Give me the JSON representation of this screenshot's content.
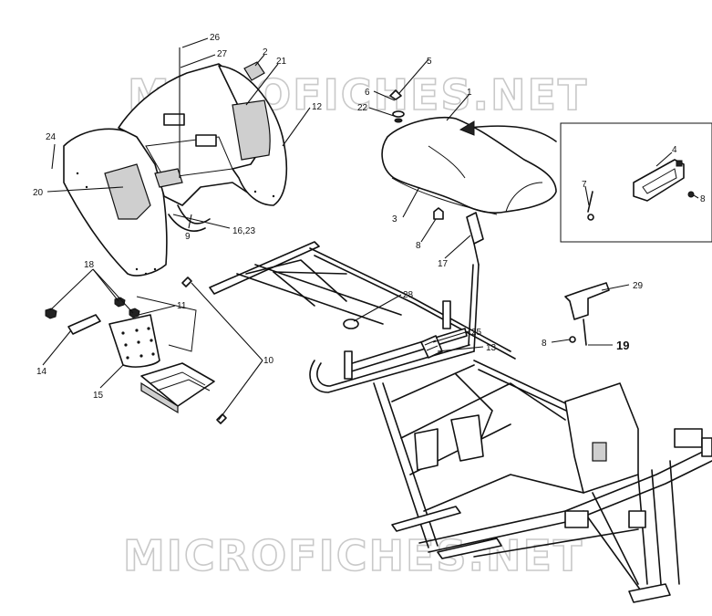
{
  "watermark": {
    "text": "MICROFICHES.NET",
    "color": "#c9c9c9"
  },
  "callouts": [
    {
      "id": "c1",
      "text": "1"
    },
    {
      "id": "c2",
      "text": "2"
    },
    {
      "id": "c3",
      "text": "3"
    },
    {
      "id": "c4",
      "text": "4"
    },
    {
      "id": "c5",
      "text": "5"
    },
    {
      "id": "c6",
      "text": "6"
    },
    {
      "id": "c7",
      "text": "7"
    },
    {
      "id": "c8a",
      "text": "8"
    },
    {
      "id": "c8b",
      "text": "8"
    },
    {
      "id": "c8c",
      "text": "8"
    },
    {
      "id": "c9",
      "text": "9"
    },
    {
      "id": "c10",
      "text": "10"
    },
    {
      "id": "c11",
      "text": "11"
    },
    {
      "id": "c12",
      "text": "12"
    },
    {
      "id": "c13",
      "text": "13"
    },
    {
      "id": "c14",
      "text": "14"
    },
    {
      "id": "c15",
      "text": "15"
    },
    {
      "id": "c1623",
      "text": "16,23"
    },
    {
      "id": "c17",
      "text": "17"
    },
    {
      "id": "c18",
      "text": "18"
    },
    {
      "id": "c19",
      "text": "19"
    },
    {
      "id": "c20",
      "text": "20"
    },
    {
      "id": "c21",
      "text": "21"
    },
    {
      "id": "c22",
      "text": "22"
    },
    {
      "id": "c24",
      "text": "24"
    },
    {
      "id": "c25",
      "text": "25"
    },
    {
      "id": "c26",
      "text": "26"
    },
    {
      "id": "c27",
      "text": "27"
    },
    {
      "id": "c28",
      "text": "28"
    },
    {
      "id": "c29",
      "text": "29"
    }
  ]
}
